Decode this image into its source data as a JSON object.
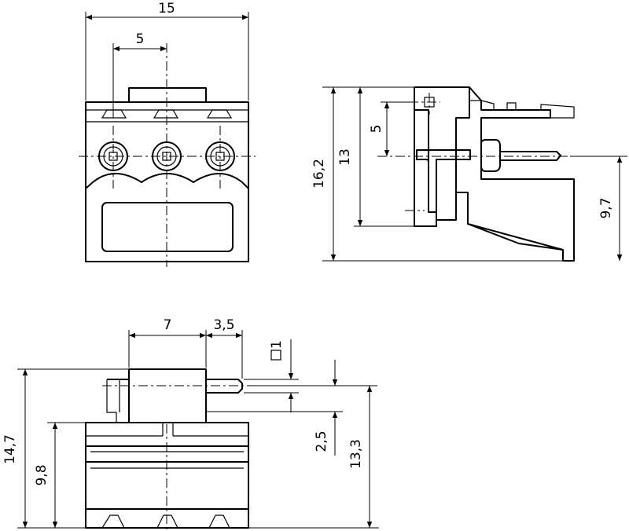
{
  "front_view": {
    "width_total": "15",
    "pitch": "5"
  },
  "side_view": {
    "height_total": "16,2",
    "height_body": "13",
    "pitch": "5",
    "pin_height": "9,7"
  },
  "bottom_view": {
    "length_body": "7",
    "pin_protrusion": "3,5",
    "pin_square": "1",
    "height_total": "14,7",
    "height_base": "9,8",
    "offset": "2,5",
    "height_pin": "13,3"
  },
  "colors": {
    "line": "#000000",
    "background": "#ffffff"
  }
}
